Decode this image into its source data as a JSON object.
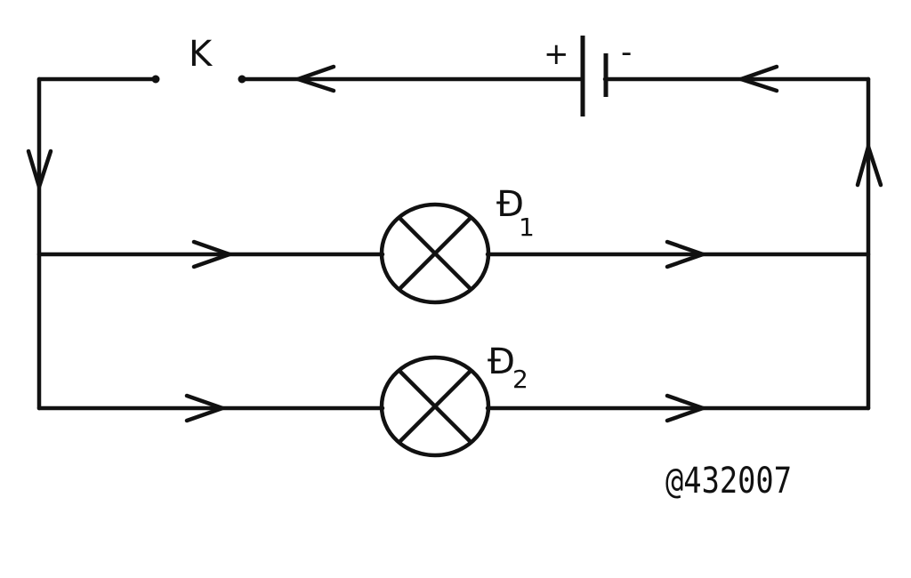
{
  "labels": {
    "switch": "K",
    "battery_plus": "+",
    "battery_minus": "-",
    "lamp1_name": "Đ",
    "lamp1_sub": "1",
    "lamp2_name": "Đ",
    "lamp2_sub": "2",
    "watermark": "@432007"
  },
  "colors": {
    "line": "#111111",
    "background": "#ffffff"
  }
}
